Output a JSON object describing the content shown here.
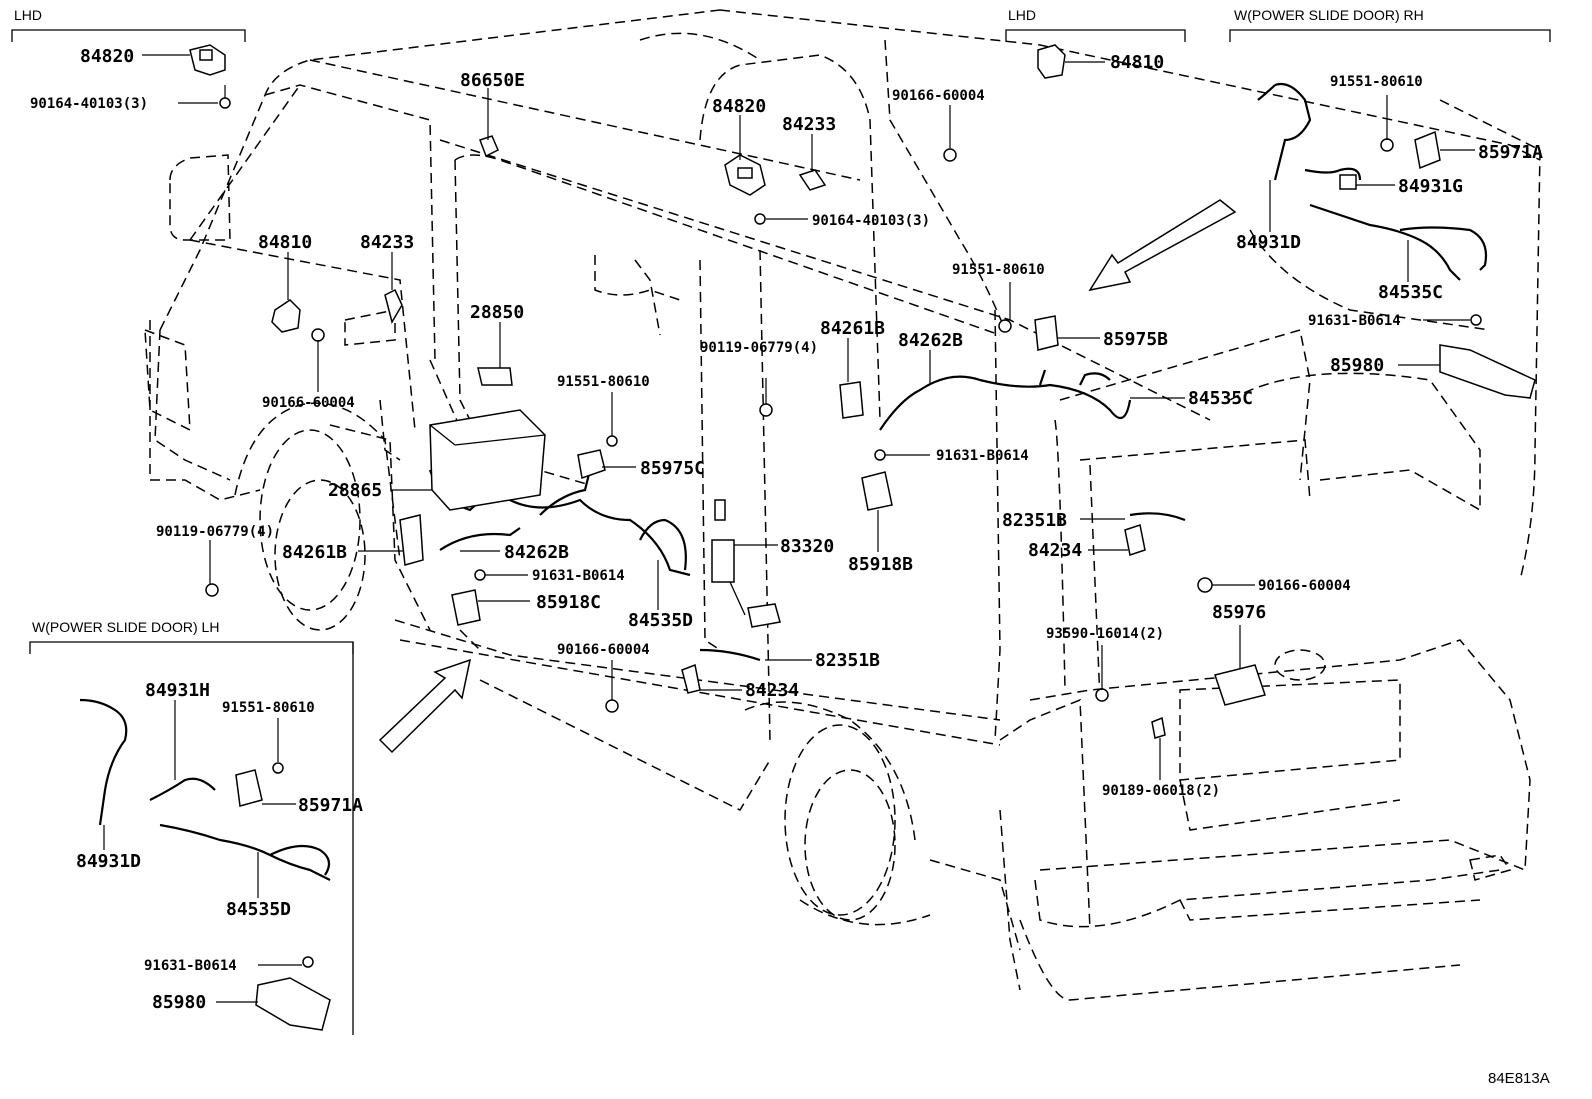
{
  "diagram_id": "84E813A",
  "sections": {
    "lhd_left": "LHD",
    "lhd_top": "LHD",
    "psd_rh": "W(POWER SLIDE DOOR) RH",
    "psd_lh": "W(POWER SLIDE DOOR) LH"
  },
  "labels": {
    "p84820_lhd": "84820",
    "p90164_40103_lhd": "90164-40103(3)",
    "p86650E": "86650E",
    "p84820": "84820",
    "p84233_top": "84233",
    "p90166_60004_top": "90166-60004",
    "p84810_lhd": "84810",
    "p90164_40103": "90164-40103(3)",
    "p84810": "84810",
    "p84233": "84233",
    "p28850": "28850",
    "p90166_60004_left": "90166-60004",
    "p91551_80610_mid": "91551-80610",
    "p85975C": "85975C",
    "p28865": "28865",
    "p90119_06779_left": "90119-06779(4)",
    "p84261B_left": "84261B",
    "p84262B_left": "84262B",
    "p91631_B0614_mid": "91631-B0614",
    "p85918C": "85918C",
    "p84535D_main": "84535D",
    "p83320": "83320",
    "p90166_60004_low": "90166-60004",
    "p82351B_low": "82351B",
    "p84234_low": "84234",
    "p84261B": "84261B",
    "p90119_06779": "90119-06779(4)",
    "p84262B": "84262B",
    "p91551_80610_r": "91551-80610",
    "p85975B": "85975B",
    "p84535C_main": "84535C",
    "p91631_B0614_r": "91631-B0614",
    "p85918B": "85918B",
    "p82351B": "82351B",
    "p84234": "84234",
    "p90166_60004_r": "90166-60004",
    "p85976": "85976",
    "p93590_16014": "93590-16014(2)",
    "p90189_06018": "90189-06018(2)",
    "rh_91551_80610": "91551-80610",
    "rh_85971A": "85971A",
    "rh_84931G": "84931G",
    "rh_84931D": "84931D",
    "rh_84535C": "84535C",
    "rh_91631_B0614": "91631-B0614",
    "rh_85980": "85980",
    "lh_84931H": "84931H",
    "lh_91551_80610": "91551-80610",
    "lh_85971A": "85971A",
    "lh_84931D": "84931D",
    "lh_84535D": "84535D",
    "lh_91631_B0614": "91631-B0614",
    "lh_85980": "85980"
  }
}
